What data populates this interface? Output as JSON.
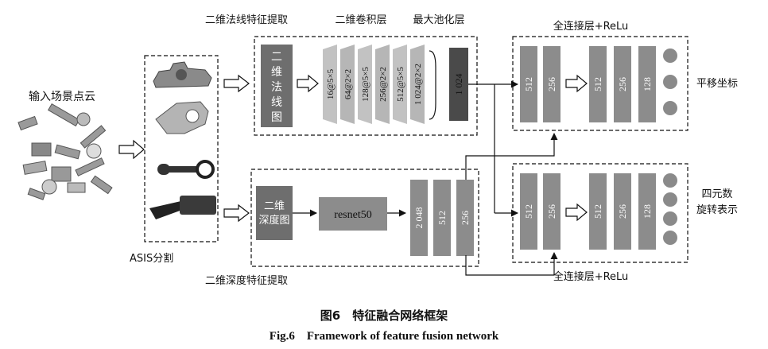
{
  "labels": {
    "input_cloud": "输入场景点云",
    "asis": "ASIS分割",
    "normal_feature": "二维法线特征提取",
    "conv_layers": "二维卷积层",
    "max_pool": "最大池化层",
    "fc_top": "全连接层+ReLu",
    "fc_bottom": "全连接层+ReLu",
    "depth_feature": "二维深度特征提取",
    "translation": "平移坐标",
    "quaternion_line1": "四元数",
    "quaternion_line2": "旋转表示"
  },
  "normal_map_box": [
    "二",
    "维",
    "法",
    "线",
    "图"
  ],
  "depth_map_box": [
    "二维",
    "深度图"
  ],
  "resnet_label": "resnet50",
  "conv_layers": [
    "16@5×5",
    "64@2×2",
    "128@5×5",
    "256@2×2",
    "512@5×5",
    "1 024@2×2"
  ],
  "pool_label": "1 024",
  "depth_fc": [
    "2 048",
    "512",
    "256"
  ],
  "top_fc_left": [
    "512",
    "256"
  ],
  "top_fc_right": [
    "512",
    "256",
    "128"
  ],
  "bottom_fc_left": [
    "512",
    "256"
  ],
  "bottom_fc_right": [
    "512",
    "256",
    "128"
  ],
  "caption": {
    "chinese": "图6　特征融合网络框架",
    "english": "Fig.6　Framework of feature fusion network"
  },
  "colors": {
    "dark_box": "#6e6e6e",
    "pool_box": "#4a4a4a",
    "mid_gray": "#8c8c8c",
    "light_gray": "#bdbdbd",
    "circle_gray": "#8a8a8a"
  }
}
